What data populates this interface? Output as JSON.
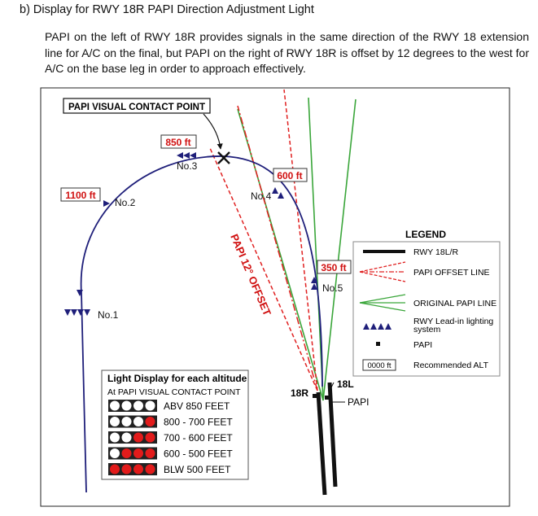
{
  "heading": "b) Display for RWY 18R PAPI Direction Adjustment Light",
  "description": "PAPI on the left of RWY 18R provides signals in the same direction of the RWY 18 extension line for A/C on the final, but PAPI on the right of  RWY 18R  is offset by 12 degrees to the west for A/C on the base leg in order to approach effectively.",
  "diagram": {
    "contact_point_label": "PAPI VISUAL CONTACT POINT",
    "offset_label": "PAPI 12° OFFSET",
    "runway_18R": "18R",
    "runway_18L": "18L",
    "papi_label": "PAPI",
    "altitudes": {
      "a850": "850 ft",
      "a1100": "1100 ft",
      "a600": "600 ft",
      "a350": "350 ft"
    },
    "points": {
      "no1": "No.1",
      "no2": "No.2",
      "no3": "No.3",
      "no4": "No.4",
      "no5": "No.5"
    },
    "colors": {
      "approach_path": "#1f1f7a",
      "papi_offset": "#e02020",
      "original_papi": "#3aa63a",
      "altitude_text": "#d01010"
    }
  },
  "legend": {
    "title": "LEGEND",
    "items": {
      "runway": "RWY 18L/R",
      "offset": "PAPI OFFSET LINE",
      "original": "ORIGINAL PAPI LINE",
      "leadin_1": "RWY Lead-in lighting",
      "leadin_2": "system",
      "papi": "PAPI",
      "alt_sample": "0000 ft",
      "alt": "Recommended ALT"
    }
  },
  "light_display": {
    "title": "Light Display for each altitude",
    "subtitle": "At PAPI VISUAL CONTACT POINT",
    "rows": [
      {
        "red_count": 0,
        "label": "ABV   850 FEET"
      },
      {
        "red_count": 1,
        "label": "800  -  700 FEET"
      },
      {
        "red_count": 2,
        "label": "700  -  600 FEET"
      },
      {
        "red_count": 3,
        "label": "600  -  500 FEET"
      },
      {
        "red_count": 4,
        "label": "BLW  500 FEET"
      }
    ]
  }
}
